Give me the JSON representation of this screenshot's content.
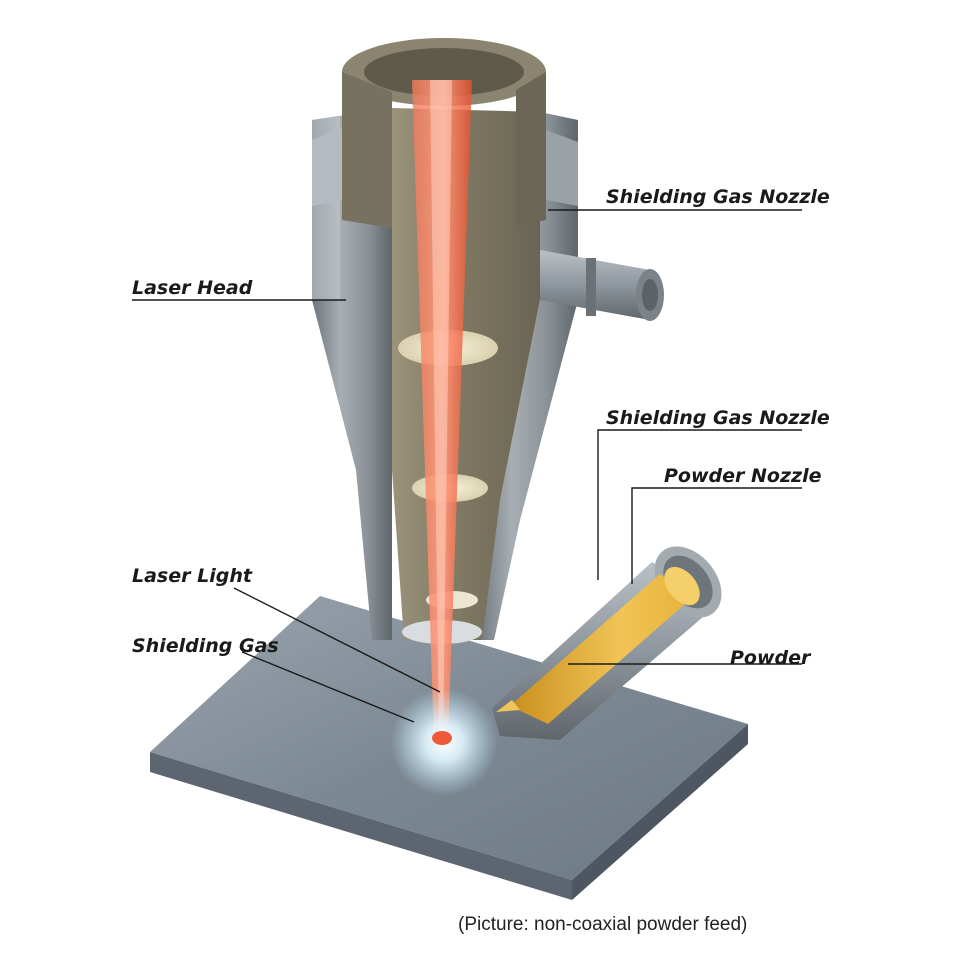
{
  "labels": {
    "laser_head": "Laser Head",
    "shielding_gas_nozzle_top": "Shielding Gas Nozzle",
    "shielding_gas_nozzle_side": "Shielding Gas Nozzle",
    "powder_nozzle": "Powder Nozzle",
    "laser_light": "Laser Light",
    "shielding_gas": "Shielding Gas",
    "powder": "Powder"
  },
  "caption": "(Picture: non-coaxial powder feed)",
  "colors": {
    "head_metal": "#8e959b",
    "inner_bore": "#7a7460",
    "beam": "#f0583a",
    "plate": "#7f8a96",
    "powder": "#e8b23a",
    "glow": "#dff4ff"
  }
}
